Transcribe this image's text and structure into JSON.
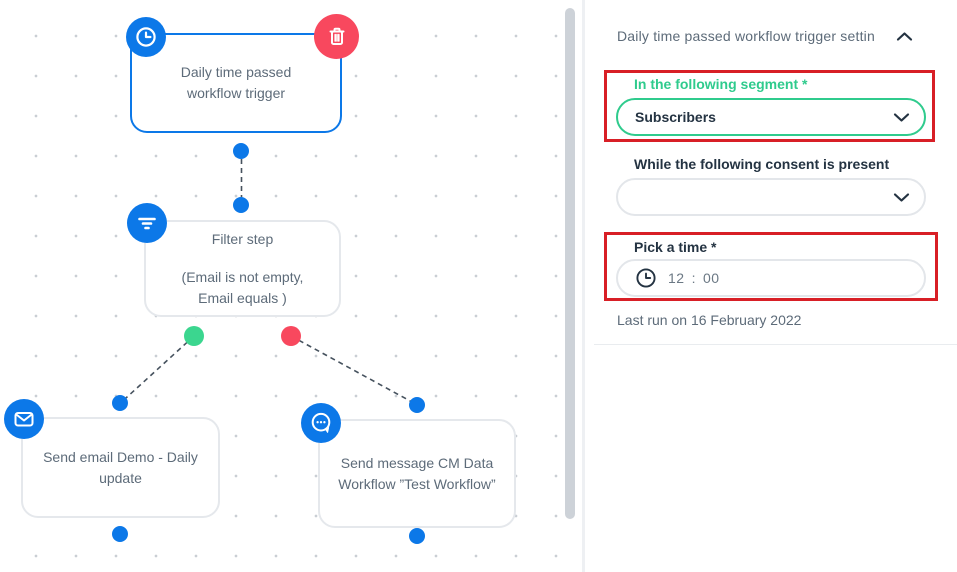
{
  "colors": {
    "accent_blue": "#0c78e8",
    "danger_pink": "#f8485e",
    "success_green": "#2fcb8d",
    "highlight_red": "#d81f26"
  },
  "icons": {
    "trigger": "clock-icon",
    "delete": "trash-icon",
    "filter": "filter-icon",
    "email": "envelope-icon",
    "message": "chat-bubble-icon",
    "time": "clock-icon",
    "collapse": "chevron-up-icon",
    "dropdown": "chevron-down-icon"
  },
  "canvas": {
    "trigger_node": {
      "label": "Daily time passed workflow trigger"
    },
    "filter_node": {
      "title": "Filter step",
      "condition": "(Email is not empty, Email equals )"
    },
    "email_node": {
      "label": "Send email Demo - Daily update"
    },
    "message_node": {
      "label": "Send message CM Data Workflow ”Test Workflow”"
    }
  },
  "panel": {
    "title": "Daily time passed workflow trigger settin",
    "segment_label": "In the following segment *",
    "segment_value": "Subscribers",
    "consent_label": "While the following consent is present",
    "consent_value": "",
    "time_label": "Pick a time *",
    "time_hour": "12",
    "time_separator": ":",
    "time_minute": "00",
    "last_run": "Last run on 16 February 2022"
  }
}
